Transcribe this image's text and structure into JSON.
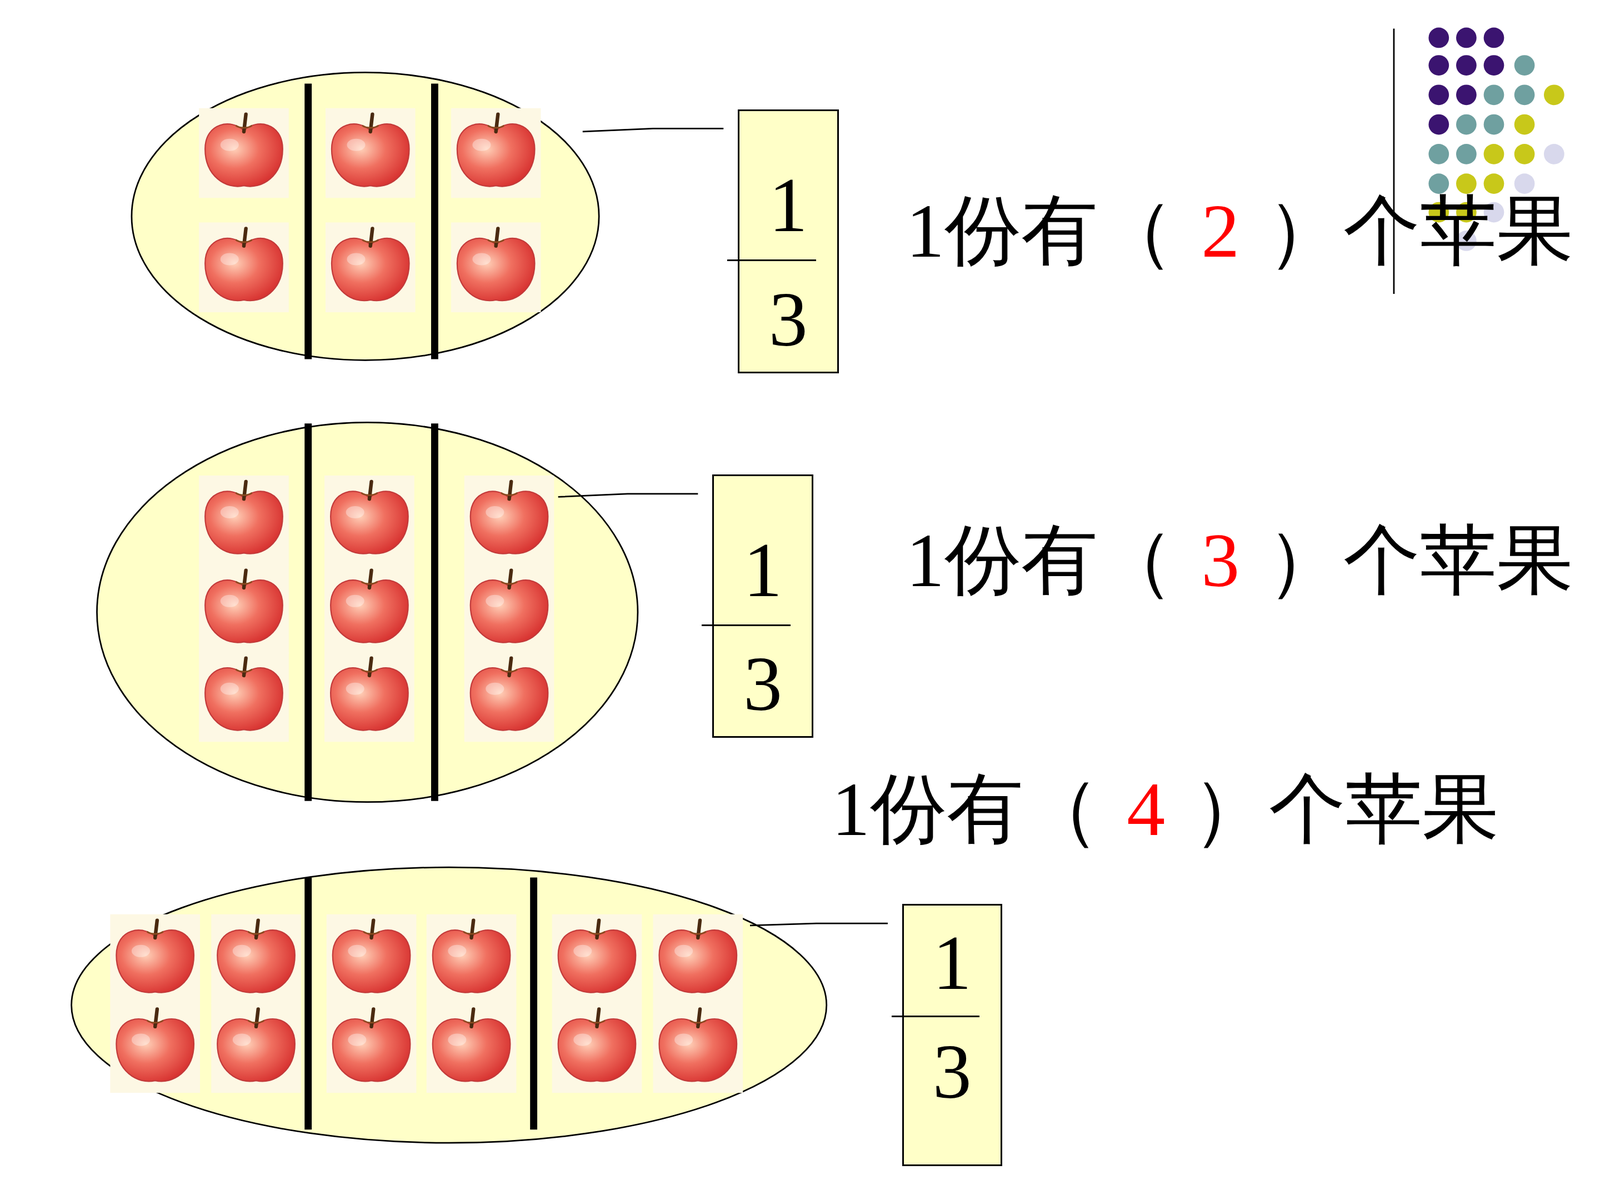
{
  "diagram": {
    "nodes": [
      {
        "text": [
          "1",
          "3"
        ]
      },
      {
        "text": [
          "1",
          "3"
        ]
      },
      {
        "text": [
          "1",
          "3"
        ]
      }
    ],
    "labels": [
      "1份有（",
      "2",
      "）个苹果",
      "1份有（",
      "3",
      "）个苹果",
      "1份有（",
      "4",
      "）个苹果"
    ]
  }
}
